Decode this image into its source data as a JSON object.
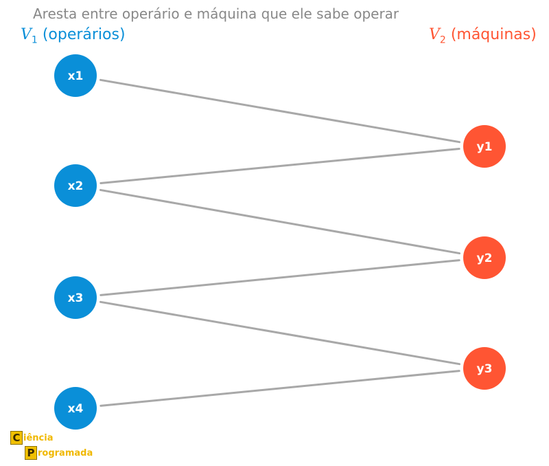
{
  "title": "Aresta entre operário e máquina que ele sabe operar",
  "left_set": {
    "symbol": "V",
    "sub": "1",
    "label": "(operários)",
    "color": "#0a8fd8"
  },
  "right_set": {
    "symbol": "V",
    "sub": "2",
    "label": "(máquinas)",
    "color": "#ff5533"
  },
  "edge_color": "#a8a8a8",
  "nodes_left": [
    "x1",
    "x2",
    "x3",
    "x4"
  ],
  "nodes_right": [
    "y1",
    "y2",
    "y3"
  ],
  "edges": [
    [
      "x1",
      "y1"
    ],
    [
      "x2",
      "y1"
    ],
    [
      "x2",
      "y2"
    ],
    [
      "x3",
      "y2"
    ],
    [
      "x3",
      "y3"
    ],
    [
      "x4",
      "y3"
    ]
  ],
  "logo": {
    "letter1": "C",
    "text1": "iência",
    "letter2": "P",
    "text2": "rogramada"
  }
}
